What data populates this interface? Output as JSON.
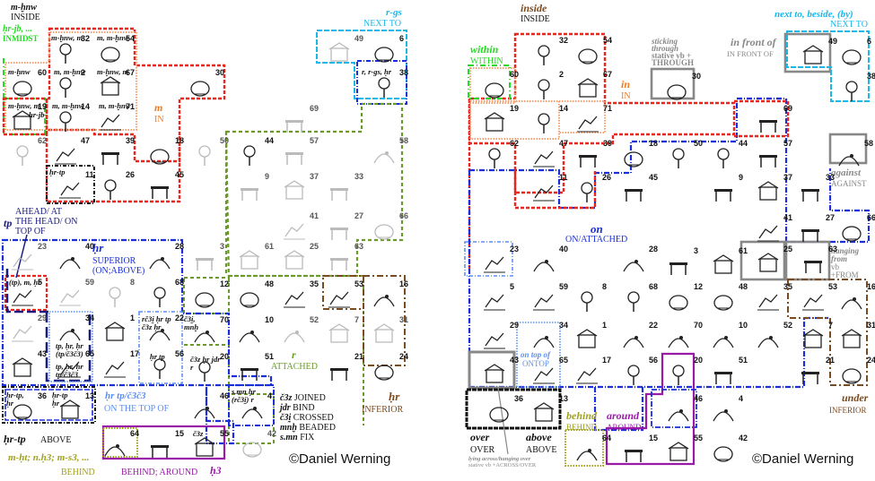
{
  "left": {
    "labels": {
      "inside_eg": "m-ḫnw",
      "inside_en": "INSIDE",
      "inmidst_eg": "ḥr-jb, ...",
      "inmidst_en": "INMIDST",
      "in_eg": "m",
      "in_en": "IN",
      "nextto_eg": "r-gs",
      "nextto_en": "NEXT TO",
      "ahead_eg": "tp",
      "ahead_en": "AHEAD/ AT THE HEAD/ ON TOP OF",
      "superior_eg": "ḥr",
      "superior_en": "SUPERIOR (ON;ABOVE)",
      "ontopof_eg": "ḥr tp/č3č3",
      "ontopof_en": "ON THE TOP OF",
      "attached_eg": "r",
      "attached_en": "ATTACHED",
      "inferior_eg": "ḥr",
      "inferior_en": "INFERIOR",
      "above_eg": "ḥr-tp",
      "above_en": "ABOVE",
      "behind_eg": "m-ḥt; n.ḥ3; m-s3, ...",
      "behind_en": "BEHIND",
      "around_en": "BEHIND; AROUND",
      "around_eg": "ḥ3"
    },
    "legend": [
      {
        "term": "č3z",
        "gloss": "JOINED"
      },
      {
        "term": "jdr",
        "gloss": "BIND"
      },
      {
        "term": "č3ḭ",
        "gloss": "CROSSED"
      },
      {
        "term": "mnḫ",
        "gloss": "BEADED"
      },
      {
        "term": "s.mn",
        "gloss": "FIX"
      }
    ],
    "annotations": {
      "a32": "m-ḫnw, m",
      "a54": "m, m-ḫnw",
      "a60": "m-ḫnw",
      "a2": "m, m-ḫnw",
      "a67": "m-ḫnw, m",
      "a19": "m-ḫnw, m,",
      "a19b": "ḥr-jb",
      "a14": "m, m-ḫnw",
      "a71": "m, m-ḫnw",
      "a38": "r, r-gs, ḥr",
      "a11": "ḥr-tp",
      "a5": "(tp), m, ḥr",
      "a22": "rč3ḭ ḥr tp  č3z ḥr",
      "a70": "č3ḭ, mnḫ",
      "a65": "tp, ḥr, ḥr (tp/č3č3)",
      "a85": "tp, ḥr, ḥr tp/č3č3",
      "a56": "ḥr tp",
      "a20": "č3z ḥr  jdr r",
      "a36": "ḥr-tp, ḥr",
      "a13": "ḥr-tp ḥr",
      "a4": "s.mn ḥr  (rč3ḭ) r",
      "a55": "č3z"
    },
    "copyright": "©Daniel Werning"
  },
  "right": {
    "labels": {
      "inside_eg": "inside",
      "inside_en": "INSIDE",
      "within_eg": "within",
      "within_en": "WITHIN",
      "in_eg": "in",
      "in_en": "IN",
      "through_1": "sticking",
      "through_2": "through",
      "through_3": "stative vb +",
      "through_4": "THROUGH",
      "infront_eg": "in front of",
      "infront_en": "IN FRONT OF",
      "nextto_eg": "next to, beside, (by)",
      "nextto_en": "NEXT TO",
      "on_eg": "on",
      "on_en": "ON/ATTACHED",
      "against_eg": "against",
      "against_en": "AGAINST",
      "hanging_1": "hanging",
      "hanging_2": "from",
      "hanging_3": "vb",
      "hanging_4": "+FROM",
      "ontopof_eg": "on top of",
      "ontopof_en": "ONTOP",
      "over_eg": "over",
      "over_en": "OVER",
      "above_eg": "above",
      "above_en": "ABOVE",
      "lying_1": "lying across/hanging over",
      "lying_2": "stative vb +ACROSS/OVER",
      "behind_eg": "behind",
      "behind_en": "BEHIND",
      "around_eg": "around",
      "around_en": "AROUND",
      "under_eg": "under",
      "under_en": "INFERIOR"
    },
    "copyright": "©Daniel Werning"
  },
  "colors": {
    "inside_red": "#e8261e",
    "in_orange": "#f07a20",
    "inmidst_green": "#22dd22",
    "nextto_cyan": "#1ab8e8",
    "superior_blue": "#1a2fd6",
    "ontop_lightblue": "#5b8ff0",
    "attached_green": "#6a9a2a",
    "inferior_brown": "#7a4a20",
    "behind_olive": "#a0a020",
    "around_purple": "#9a1aa8",
    "navy": "#1a1a80",
    "gray": "#777777"
  },
  "cells": {
    "left": [
      {
        "n": "32"
      },
      {
        "n": "54"
      },
      {
        "n": "60"
      },
      {
        "n": "2"
      },
      {
        "n": "67"
      },
      {
        "n": "30"
      },
      {
        "n": "19"
      },
      {
        "n": "14"
      },
      {
        "n": "71"
      },
      {
        "n": "49"
      },
      {
        "n": "6"
      },
      {
        "n": "38"
      },
      {
        "n": "69"
      },
      {
        "n": "62"
      },
      {
        "n": "47"
      },
      {
        "n": "39"
      },
      {
        "n": "18"
      },
      {
        "n": "50"
      },
      {
        "n": "44"
      },
      {
        "n": "57"
      },
      {
        "n": "58"
      },
      {
        "n": "11"
      },
      {
        "n": "26"
      },
      {
        "n": "45"
      },
      {
        "n": "9"
      },
      {
        "n": "37"
      },
      {
        "n": "33"
      },
      {
        "n": "41"
      },
      {
        "n": "27"
      },
      {
        "n": "66"
      },
      {
        "n": "23"
      },
      {
        "n": "40"
      },
      {
        "n": "28"
      },
      {
        "n": "3"
      },
      {
        "n": "61"
      },
      {
        "n": "25"
      },
      {
        "n": "63"
      },
      {
        "n": "5"
      },
      {
        "n": "59"
      },
      {
        "n": "8"
      },
      {
        "n": "68"
      },
      {
        "n": "12"
      },
      {
        "n": "48"
      },
      {
        "n": "35"
      },
      {
        "n": "53"
      },
      {
        "n": "16"
      },
      {
        "n": "29"
      },
      {
        "n": "34"
      },
      {
        "n": "1"
      },
      {
        "n": "22"
      },
      {
        "n": "70"
      },
      {
        "n": "10"
      },
      {
        "n": "52"
      },
      {
        "n": "7"
      },
      {
        "n": "31"
      },
      {
        "n": "43"
      },
      {
        "n": "65"
      },
      {
        "n": "17"
      },
      {
        "n": "56"
      },
      {
        "n": "20"
      },
      {
        "n": "51"
      },
      {
        "n": "21"
      },
      {
        "n": "24"
      },
      {
        "n": "36"
      },
      {
        "n": "13"
      },
      {
        "n": "46"
      },
      {
        "n": "4"
      },
      {
        "n": "64"
      },
      {
        "n": "15"
      },
      {
        "n": "55"
      },
      {
        "n": "42"
      }
    ]
  }
}
